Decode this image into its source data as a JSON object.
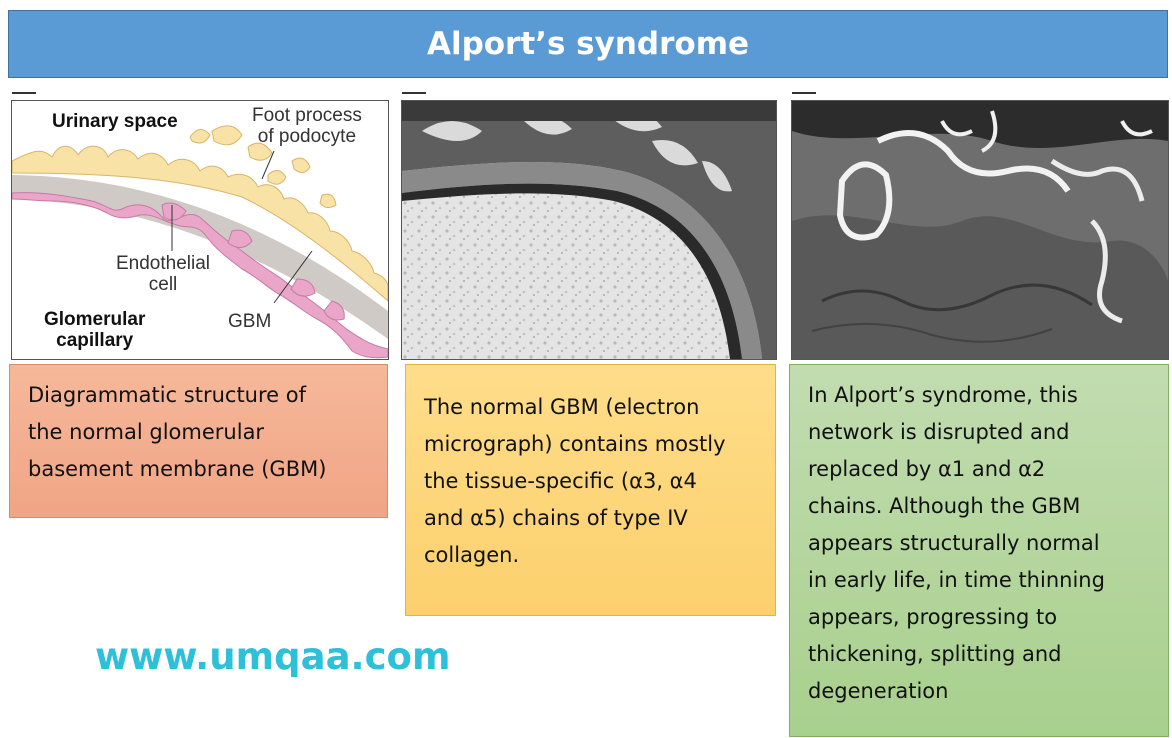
{
  "header": {
    "title": "Alport’s syndrome"
  },
  "diagram": {
    "urinary_space": "Urinary space",
    "foot_process": [
      "Foot process",
      "of podocyte"
    ],
    "endothelial": [
      "Endothelial",
      "cell"
    ],
    "glomerular": [
      "Glomerular",
      "capillary"
    ],
    "gbm": "GBM",
    "colors": {
      "podocyte": "#f9e2a6",
      "endothelium": "#eaa6c8",
      "gbm": "#cfcac5"
    }
  },
  "captions": {
    "diagram": [
      "Diagrammatic structure of",
      "the normal glomerular",
      "basement membrane (GBM)"
    ],
    "normal": [
      "The normal GBM (electron",
      "micrograph) contains mostly",
      "the tissue-specific (α3, α4",
      "and α5) chains of type IV",
      "collagen."
    ],
    "alport": [
      "In Alport’s syndrome, this",
      "network is disrupted and",
      "replaced by α1 and α2",
      "chains. Although the GBM",
      "appears structurally normal",
      "in early life, in time thinning",
      "appears, progressing to",
      "thickening, splitting and",
      "degeneration"
    ]
  },
  "website": "www.umqaa.com",
  "colors": {
    "title_bg": "#5b9bd5",
    "box_diagram": "#f4ae90",
    "box_normal": "#fdd77c",
    "box_alport": "#b6d69f",
    "website": "#2ec0d8"
  }
}
